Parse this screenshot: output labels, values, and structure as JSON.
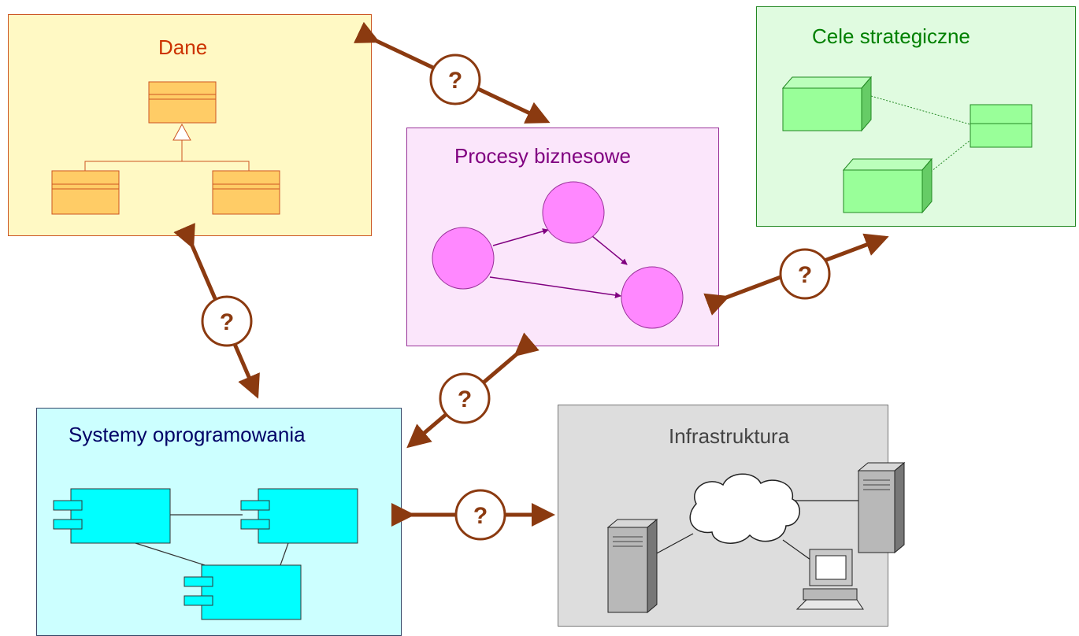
{
  "panels": {
    "dane": {
      "title": "Dane",
      "bg": "#fff9c4",
      "border": "#cc5522",
      "title_color": "#cc3300"
    },
    "procesy": {
      "title": "Procesy biznesowe",
      "bg": "#fbe6fb",
      "border": "#993399",
      "title_color": "#800080"
    },
    "cele": {
      "title": "Cele strategiczne",
      "bg": "#e0fbe0",
      "border": "#228822",
      "title_color": "#008000"
    },
    "systemy": {
      "title": "Systemy oprogramowania",
      "bg": "#ccffff",
      "border": "#334466",
      "title_color": "#000066"
    },
    "infra": {
      "title": "Infrastruktura",
      "bg": "#dddddd",
      "border": "#777777",
      "title_color": "#444444"
    }
  },
  "connectors": [
    {
      "id": "dane-procesy",
      "label": "?"
    },
    {
      "id": "procesy-cele",
      "label": "?"
    },
    {
      "id": "dane-systemy",
      "label": "?"
    },
    {
      "id": "procesy-systemy",
      "label": "?"
    },
    {
      "id": "systemy-infra",
      "label": "?"
    }
  ],
  "colors": {
    "arrow": "#8b3a10",
    "class_fill": "#ffcc66",
    "process_node": "#ff88ff",
    "process_edge": "#800080",
    "goal_box": "#99ff99",
    "component": "#00ffff"
  }
}
